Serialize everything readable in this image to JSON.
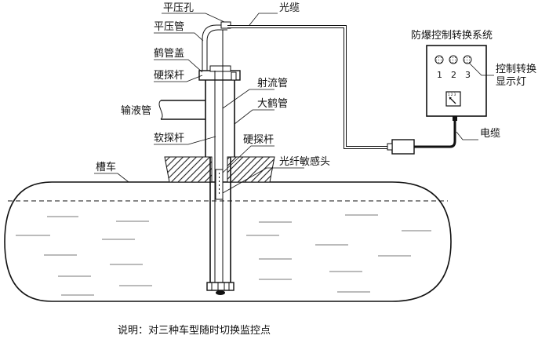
{
  "labels": {
    "pressure_hole": "平压孔",
    "optical_cable": "光缆",
    "pressure_tube": "平压管",
    "crane_cap": "鹤管盖",
    "hard_rod_top": "硬探杆",
    "jet_tube": "射流管",
    "big_crane_tube": "大鹤管",
    "liquid_pipe": "输液管",
    "soft_rod": "软探杆",
    "hard_rod_bottom": "硬探杆",
    "fiber_head": "光纤敏感头",
    "tank_car": "槽车",
    "electric_cable": "电缆",
    "indicator_lamps": [
      "控制转换",
      "显示灯"
    ]
  },
  "control_box": {
    "title": "防爆控制转换系统",
    "lamp_numbers": [
      "1",
      "2",
      "3"
    ],
    "dial_numbers": "1 2 3"
  },
  "caption": "说明：对三种车型随时切换监控点"
}
